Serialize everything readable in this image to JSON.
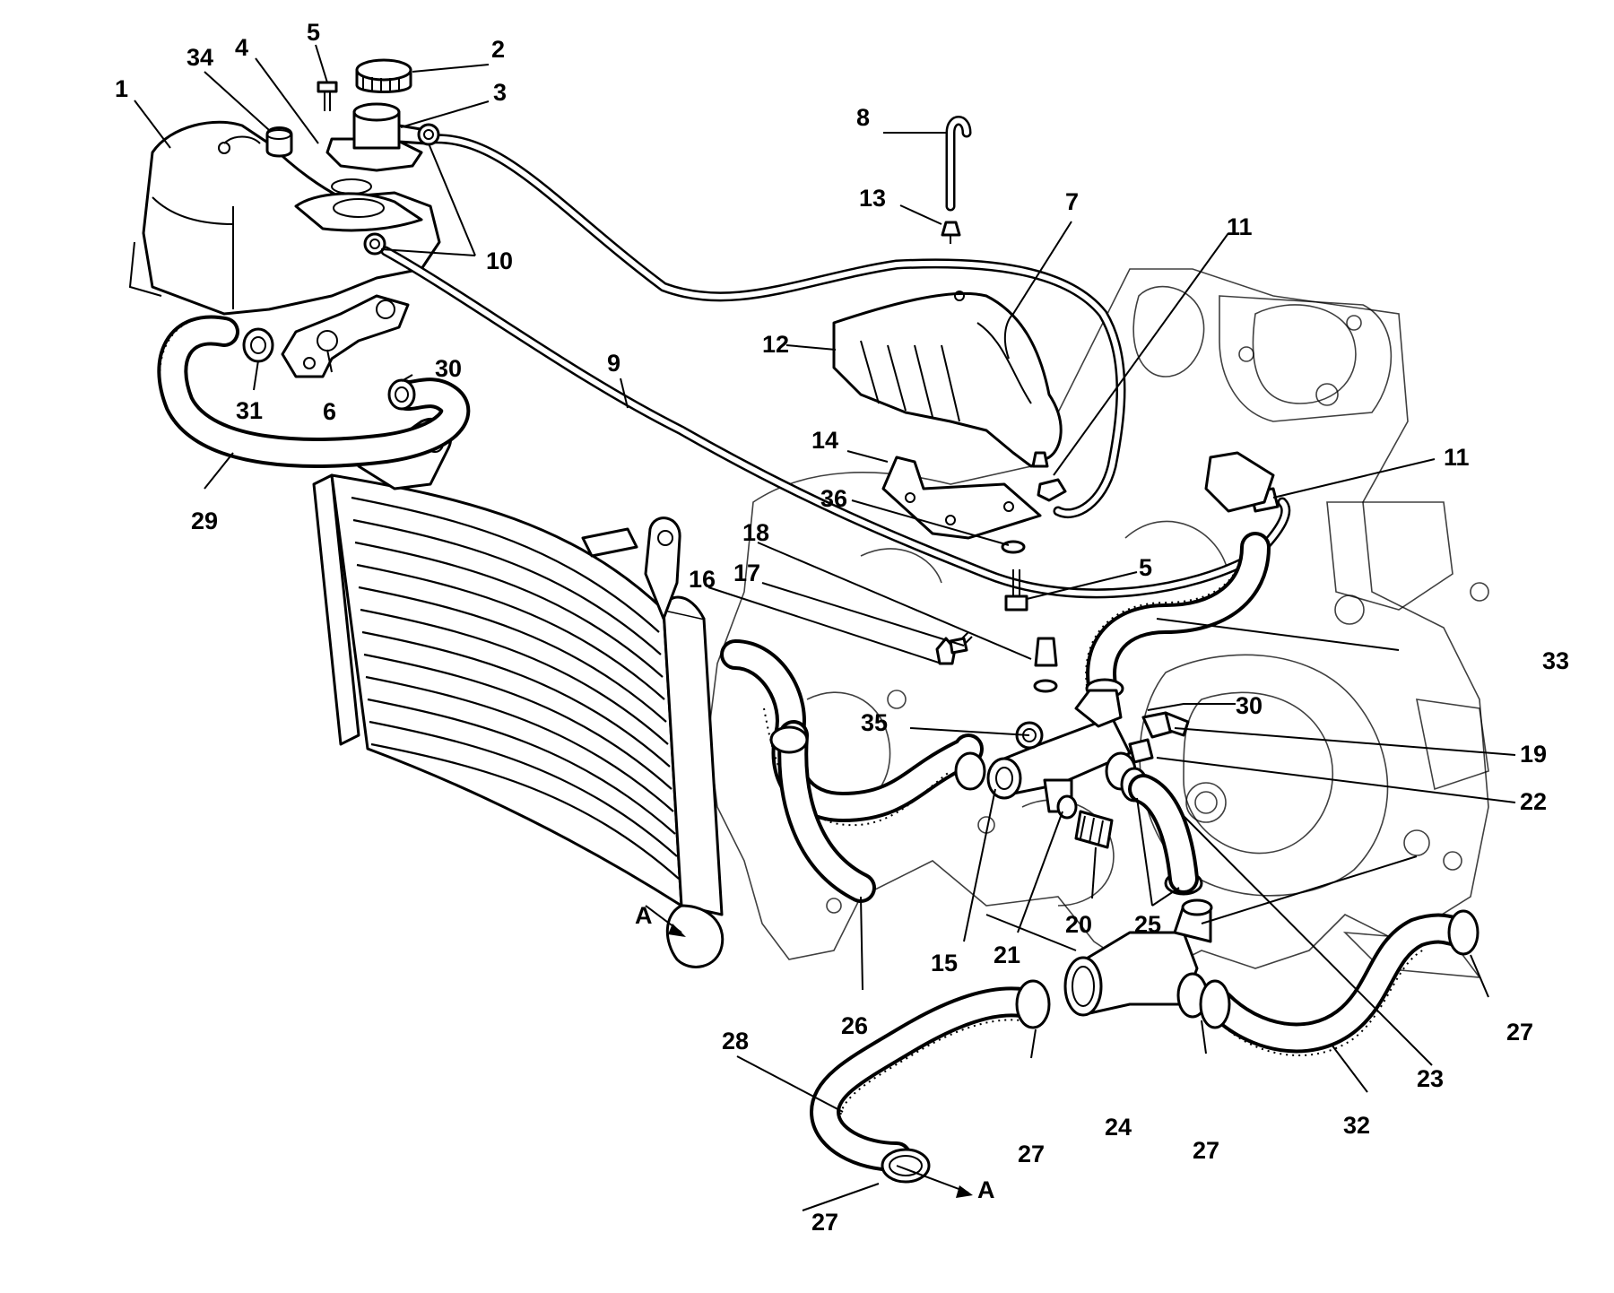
{
  "diagram": {
    "labels": [
      {
        "id": "1",
        "text": "1"
      },
      {
        "id": "2",
        "text": "2"
      },
      {
        "id": "3",
        "text": "3"
      },
      {
        "id": "4",
        "text": "4"
      },
      {
        "id": "5a",
        "text": "5"
      },
      {
        "id": "5b",
        "text": "5"
      },
      {
        "id": "6",
        "text": "6"
      },
      {
        "id": "7",
        "text": "7"
      },
      {
        "id": "8",
        "text": "8"
      },
      {
        "id": "9",
        "text": "9"
      },
      {
        "id": "10",
        "text": "10"
      },
      {
        "id": "11a",
        "text": "11"
      },
      {
        "id": "11b",
        "text": "11"
      },
      {
        "id": "12",
        "text": "12"
      },
      {
        "id": "13",
        "text": "13"
      },
      {
        "id": "14",
        "text": "14"
      },
      {
        "id": "15",
        "text": "15"
      },
      {
        "id": "16",
        "text": "16"
      },
      {
        "id": "17",
        "text": "17"
      },
      {
        "id": "18",
        "text": "18"
      },
      {
        "id": "19",
        "text": "19"
      },
      {
        "id": "20",
        "text": "20"
      },
      {
        "id": "21",
        "text": "21"
      },
      {
        "id": "22",
        "text": "22"
      },
      {
        "id": "23",
        "text": "23"
      },
      {
        "id": "24",
        "text": "24"
      },
      {
        "id": "25",
        "text": "25"
      },
      {
        "id": "26",
        "text": "26"
      },
      {
        "id": "27a",
        "text": "27"
      },
      {
        "id": "27b",
        "text": "27"
      },
      {
        "id": "27c",
        "text": "27"
      },
      {
        "id": "27d",
        "text": "27"
      },
      {
        "id": "28",
        "text": "28"
      },
      {
        "id": "29",
        "text": "29"
      },
      {
        "id": "30a",
        "text": "30"
      },
      {
        "id": "30b",
        "text": "30"
      },
      {
        "id": "31",
        "text": "31"
      },
      {
        "id": "32",
        "text": "32"
      },
      {
        "id": "33",
        "text": "33"
      },
      {
        "id": "34",
        "text": "34"
      },
      {
        "id": "35",
        "text": "35"
      },
      {
        "id": "36",
        "text": "36"
      }
    ],
    "flow_markers": [
      {
        "id": "A1",
        "text": "A"
      },
      {
        "id": "A2",
        "text": "A"
      }
    ]
  }
}
